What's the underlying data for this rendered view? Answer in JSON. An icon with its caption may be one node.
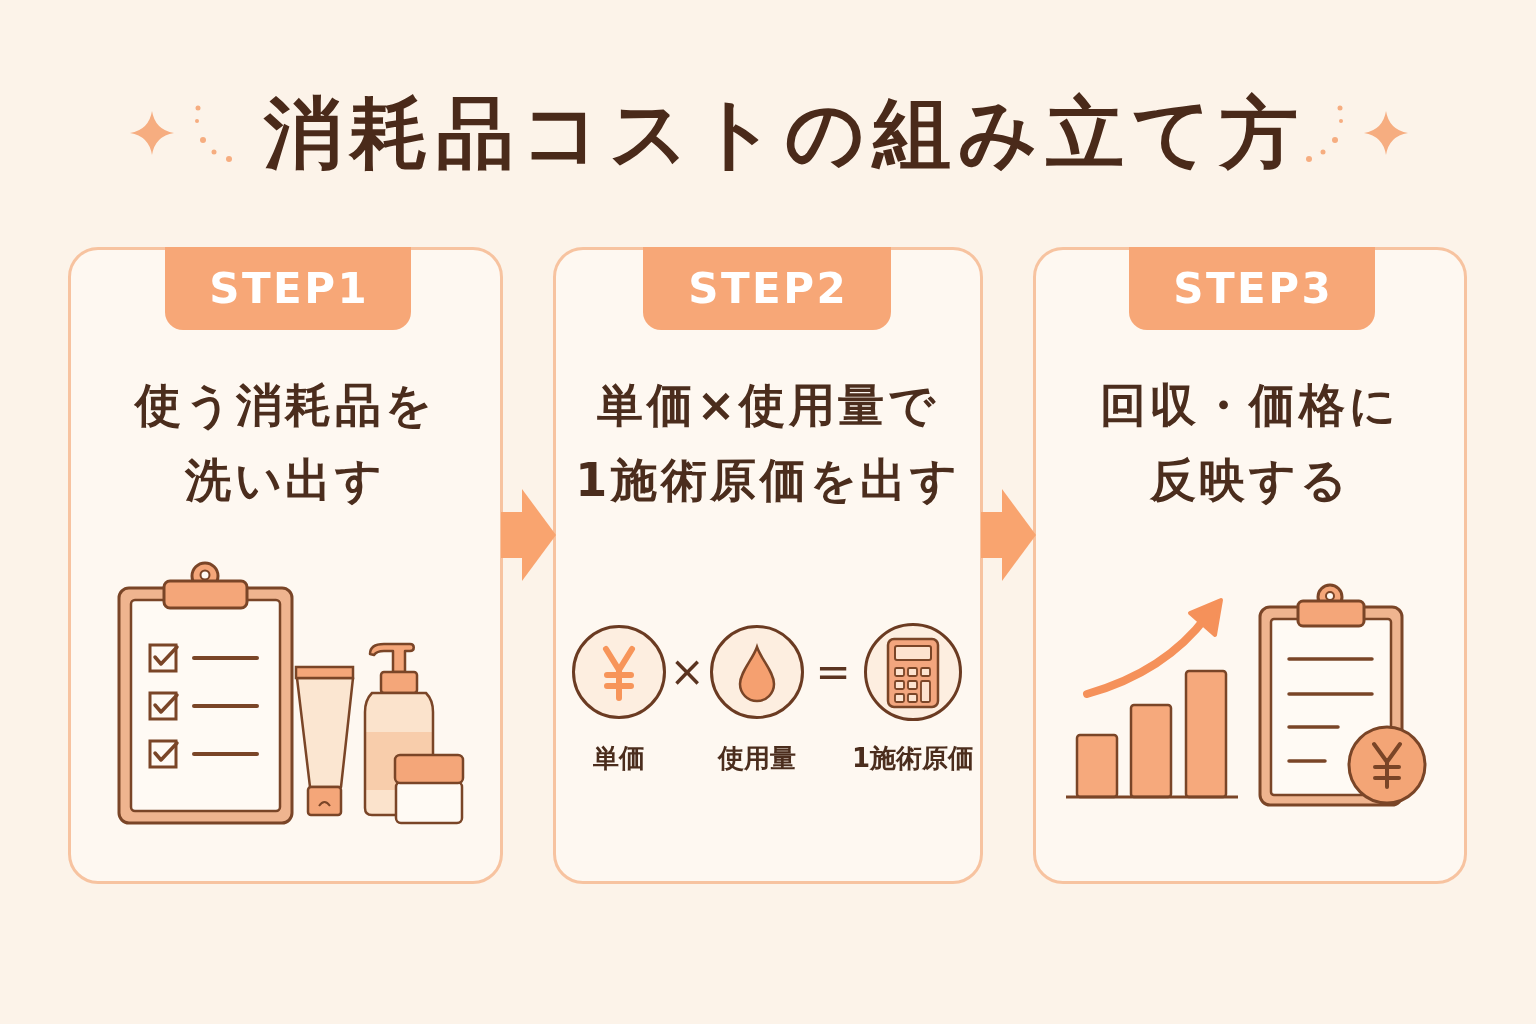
{
  "diagram": {
    "title": "消耗品コストの組み立て方",
    "nodes": [
      {
        "text": [
          "使う消耗品を洗い出す"
        ]
      },
      {
        "text": [
          "STEP1"
        ],
        "in": 0
      },
      {
        "text": [
          "単価×使用量で1施術原価を出す"
        ]
      },
      {
        "text": [
          "STEP2"
        ],
        "in": 2
      },
      {
        "text": [],
        "shape": "circle",
        "in": 2,
        "beside": [
          "単価"
        ]
      },
      {
        "text": [],
        "shape": "circle",
        "in": 2,
        "beside": [
          "使用量"
        ]
      },
      {
        "text": [],
        "shape": "circle",
        "in": 2,
        "beside": [
          "1施術原価"
        ]
      },
      {
        "text": [
          "回収・価格に反映する"
        ]
      },
      {
        "text": [
          "STEP3"
        ],
        "in": 7
      }
    ],
    "edges": [
      {
        "from": 0,
        "to": 2,
        "arrow": "to"
      },
      {
        "from": 2,
        "to": 7,
        "arrow": "to"
      }
    ],
    "labels": [
      "×",
      "="
    ]
  }
}
